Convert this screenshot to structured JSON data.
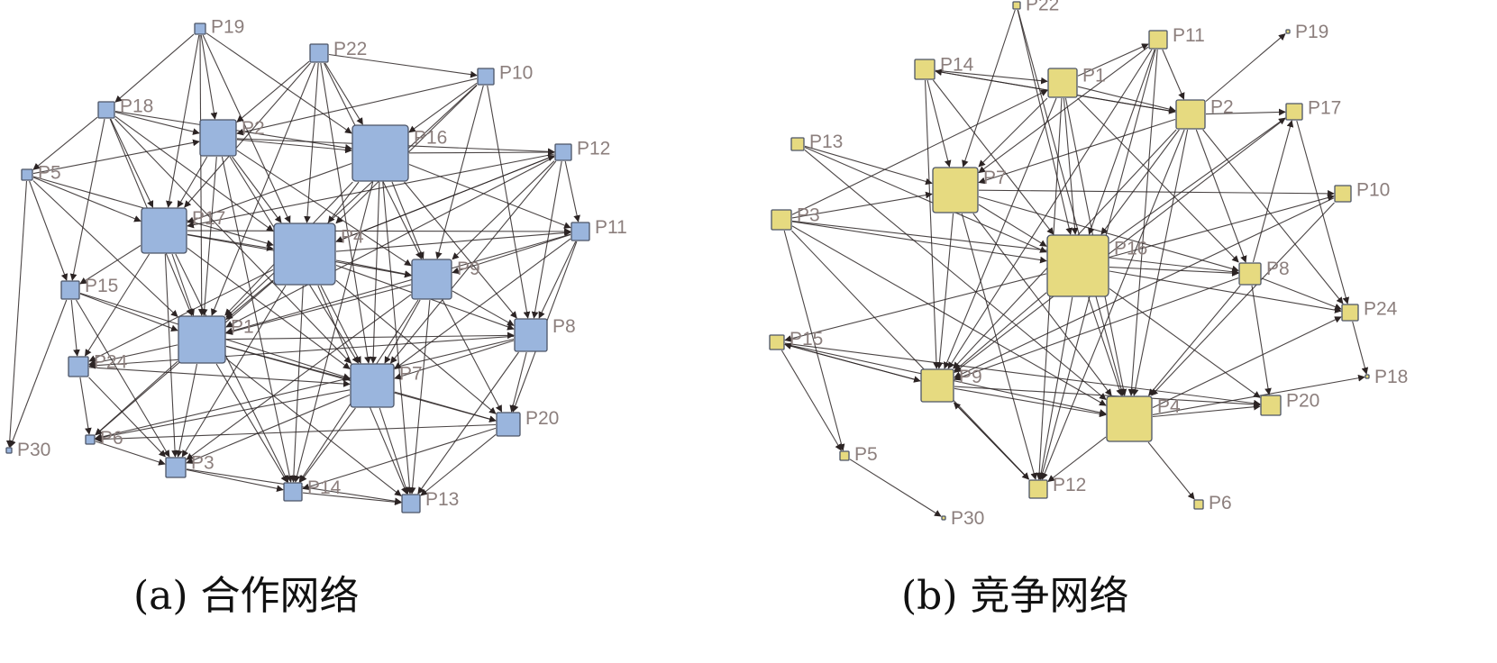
{
  "colors": {
    "cooperation_node": "#9ab5dd",
    "competition_node": "#e6da80",
    "node_border": "#4c5466",
    "edge": "#2c2424",
    "label": "#8c7f7d"
  },
  "panels": [
    {
      "id": "a",
      "caption": "(a) 合作网络",
      "nodes": [
        {
          "id": "P19",
          "label": "P19"
        },
        {
          "id": "P22",
          "label": "P22"
        },
        {
          "id": "P10",
          "label": "P10"
        },
        {
          "id": "P18",
          "label": "P18"
        },
        {
          "id": "P2",
          "label": "P2"
        },
        {
          "id": "P16",
          "label": "P16"
        },
        {
          "id": "P12",
          "label": "P12"
        },
        {
          "id": "P5",
          "label": "P5"
        },
        {
          "id": "P17",
          "label": "P17"
        },
        {
          "id": "P4",
          "label": "P4"
        },
        {
          "id": "P11",
          "label": "P11"
        },
        {
          "id": "P9",
          "label": "P9"
        },
        {
          "id": "P15",
          "label": "P15"
        },
        {
          "id": "P1",
          "label": "P1"
        },
        {
          "id": "P8",
          "label": "P8"
        },
        {
          "id": "P24",
          "label": "P24"
        },
        {
          "id": "P7",
          "label": "P7"
        },
        {
          "id": "P20",
          "label": "P20"
        },
        {
          "id": "P6",
          "label": "P6"
        },
        {
          "id": "P30",
          "label": "P30"
        },
        {
          "id": "P3",
          "label": "P3"
        },
        {
          "id": "P14",
          "label": "P14"
        },
        {
          "id": "P13",
          "label": "P13"
        }
      ],
      "edges": [
        [
          "P19",
          "P18"
        ],
        [
          "P19",
          "P2"
        ],
        [
          "P19",
          "P17"
        ],
        [
          "P19",
          "P4"
        ],
        [
          "P19",
          "P1"
        ],
        [
          "P19",
          "P16"
        ],
        [
          "P22",
          "P2"
        ],
        [
          "P22",
          "P16"
        ],
        [
          "P22",
          "P4"
        ],
        [
          "P22",
          "P9"
        ],
        [
          "P22",
          "P10"
        ],
        [
          "P22",
          "P7"
        ],
        [
          "P22",
          "P17"
        ],
        [
          "P22",
          "P1"
        ],
        [
          "P10",
          "P16"
        ],
        [
          "P10",
          "P4"
        ],
        [
          "P10",
          "P9"
        ],
        [
          "P10",
          "P8"
        ],
        [
          "P10",
          "P2"
        ],
        [
          "P10",
          "P1"
        ],
        [
          "P18",
          "P2"
        ],
        [
          "P18",
          "P17"
        ],
        [
          "P18",
          "P4"
        ],
        [
          "P18",
          "P16"
        ],
        [
          "P18",
          "P15"
        ],
        [
          "P18",
          "P1"
        ],
        [
          "P18",
          "P5"
        ],
        [
          "P18",
          "P7"
        ],
        [
          "P2",
          "P16"
        ],
        [
          "P2",
          "P4"
        ],
        [
          "P2",
          "P17"
        ],
        [
          "P2",
          "P9"
        ],
        [
          "P2",
          "P1"
        ],
        [
          "P2",
          "P7"
        ],
        [
          "P2",
          "P12"
        ],
        [
          "P2",
          "P14"
        ],
        [
          "P16",
          "P4"
        ],
        [
          "P16",
          "P9"
        ],
        [
          "P16",
          "P17"
        ],
        [
          "P16",
          "P7"
        ],
        [
          "P16",
          "P1"
        ],
        [
          "P16",
          "P11"
        ],
        [
          "P16",
          "P12"
        ],
        [
          "P16",
          "P8"
        ],
        [
          "P16",
          "P13"
        ],
        [
          "P16",
          "P14"
        ],
        [
          "P12",
          "P4"
        ],
        [
          "P12",
          "P9"
        ],
        [
          "P12",
          "P17"
        ],
        [
          "P12",
          "P1"
        ],
        [
          "P12",
          "P8"
        ],
        [
          "P12",
          "P11"
        ],
        [
          "P12",
          "P7"
        ],
        [
          "P5",
          "P17"
        ],
        [
          "P5",
          "P15"
        ],
        [
          "P5",
          "P30"
        ],
        [
          "P5",
          "P4"
        ],
        [
          "P5",
          "P2"
        ],
        [
          "P5",
          "P1"
        ],
        [
          "P17",
          "P4"
        ],
        [
          "P17",
          "P9"
        ],
        [
          "P17",
          "P1"
        ],
        [
          "P17",
          "P7"
        ],
        [
          "P17",
          "P24"
        ],
        [
          "P17",
          "P3"
        ],
        [
          "P17",
          "P15"
        ],
        [
          "P17",
          "P14"
        ],
        [
          "P17",
          "P11"
        ],
        [
          "P4",
          "P9"
        ],
        [
          "P4",
          "P1"
        ],
        [
          "P4",
          "P7"
        ],
        [
          "P4",
          "P11"
        ],
        [
          "P4",
          "P8"
        ],
        [
          "P4",
          "P20"
        ],
        [
          "P4",
          "P14"
        ],
        [
          "P4",
          "P13"
        ],
        [
          "P4",
          "P3"
        ],
        [
          "P4",
          "P24"
        ],
        [
          "P4",
          "P6"
        ],
        [
          "P4",
          "P12"
        ],
        [
          "P11",
          "P9"
        ],
        [
          "P11",
          "P8"
        ],
        [
          "P11",
          "P20"
        ],
        [
          "P11",
          "P1"
        ],
        [
          "P11",
          "P7"
        ],
        [
          "P9",
          "P1"
        ],
        [
          "P9",
          "P7"
        ],
        [
          "P9",
          "P8"
        ],
        [
          "P9",
          "P20"
        ],
        [
          "P9",
          "P14"
        ],
        [
          "P9",
          "P13"
        ],
        [
          "P9",
          "P3"
        ],
        [
          "P15",
          "P1"
        ],
        [
          "P15",
          "P24"
        ],
        [
          "P15",
          "P30"
        ],
        [
          "P15",
          "P7"
        ],
        [
          "P15",
          "P3"
        ],
        [
          "P1",
          "P7"
        ],
        [
          "P1",
          "P24"
        ],
        [
          "P1",
          "P3"
        ],
        [
          "P1",
          "P14"
        ],
        [
          "P1",
          "P13"
        ],
        [
          "P1",
          "P6"
        ],
        [
          "P1",
          "P8"
        ],
        [
          "P1",
          "P20"
        ],
        [
          "P8",
          "P7"
        ],
        [
          "P8",
          "P20"
        ],
        [
          "P8",
          "P24"
        ],
        [
          "P8",
          "P13"
        ],
        [
          "P8",
          "P6"
        ],
        [
          "P24",
          "P7"
        ],
        [
          "P24",
          "P3"
        ],
        [
          "P24",
          "P6"
        ],
        [
          "P7",
          "P20"
        ],
        [
          "P7",
          "P14"
        ],
        [
          "P7",
          "P13"
        ],
        [
          "P7",
          "P3"
        ],
        [
          "P7",
          "P6"
        ],
        [
          "P20",
          "P13"
        ],
        [
          "P20",
          "P6"
        ],
        [
          "P20",
          "P14"
        ],
        [
          "P3",
          "P14"
        ],
        [
          "P3",
          "P13"
        ],
        [
          "P6",
          "P3"
        ],
        [
          "P14",
          "P13"
        ]
      ]
    },
    {
      "id": "b",
      "caption": "(b) 竞争网络",
      "nodes": [
        {
          "id": "P22",
          "label": "P22"
        },
        {
          "id": "P11",
          "label": "P11"
        },
        {
          "id": "P19",
          "label": "P19"
        },
        {
          "id": "P14",
          "label": "P14"
        },
        {
          "id": "P1",
          "label": "P1"
        },
        {
          "id": "P2",
          "label": "P2"
        },
        {
          "id": "P17",
          "label": "P17"
        },
        {
          "id": "P13",
          "label": "P13"
        },
        {
          "id": "P7",
          "label": "P7"
        },
        {
          "id": "P10",
          "label": "P10"
        },
        {
          "id": "P3",
          "label": "P3"
        },
        {
          "id": "P16",
          "label": "P16"
        },
        {
          "id": "P8",
          "label": "P8"
        },
        {
          "id": "P24",
          "label": "P24"
        },
        {
          "id": "P15",
          "label": "P15"
        },
        {
          "id": "P18",
          "label": "P18"
        },
        {
          "id": "P9",
          "label": "P9"
        },
        {
          "id": "P4",
          "label": "P4"
        },
        {
          "id": "P20",
          "label": "P20"
        },
        {
          "id": "P5",
          "label": "P5"
        },
        {
          "id": "P12",
          "label": "P12"
        },
        {
          "id": "P6",
          "label": "P6"
        },
        {
          "id": "P30",
          "label": "P30"
        }
      ],
      "edges": [
        [
          "P22",
          "P7"
        ],
        [
          "P22",
          "P16"
        ],
        [
          "P22",
          "P4"
        ],
        [
          "P14",
          "P7"
        ],
        [
          "P14",
          "P1"
        ],
        [
          "P14",
          "P16"
        ],
        [
          "P14",
          "P9"
        ],
        [
          "P14",
          "P2"
        ],
        [
          "P1",
          "P2"
        ],
        [
          "P1",
          "P11"
        ],
        [
          "P1",
          "P7"
        ],
        [
          "P1",
          "P16"
        ],
        [
          "P1",
          "P4"
        ],
        [
          "P1",
          "P9"
        ],
        [
          "P1",
          "P12"
        ],
        [
          "P1",
          "P8"
        ],
        [
          "P2",
          "P19"
        ],
        [
          "P2",
          "P17"
        ],
        [
          "P2",
          "P16"
        ],
        [
          "P2",
          "P7"
        ],
        [
          "P2",
          "P4"
        ],
        [
          "P2",
          "P9"
        ],
        [
          "P2",
          "P8"
        ],
        [
          "P2",
          "P24"
        ],
        [
          "P2",
          "P14"
        ],
        [
          "P2",
          "P12"
        ],
        [
          "P11",
          "P7"
        ],
        [
          "P11",
          "P16"
        ],
        [
          "P11",
          "P4"
        ],
        [
          "P11",
          "P9"
        ],
        [
          "P11",
          "P12"
        ],
        [
          "P11",
          "P2"
        ],
        [
          "P13",
          "P7"
        ],
        [
          "P13",
          "P16"
        ],
        [
          "P13",
          "P4"
        ],
        [
          "P3",
          "P7"
        ],
        [
          "P3",
          "P16"
        ],
        [
          "P3",
          "P4"
        ],
        [
          "P3",
          "P5"
        ],
        [
          "P3",
          "P8"
        ],
        [
          "P3",
          "P12"
        ],
        [
          "P3",
          "P1"
        ],
        [
          "P7",
          "P16"
        ],
        [
          "P7",
          "P10"
        ],
        [
          "P7",
          "P9"
        ],
        [
          "P7",
          "P4"
        ],
        [
          "P7",
          "P12"
        ],
        [
          "P7",
          "P8"
        ],
        [
          "P16",
          "P9"
        ],
        [
          "P16",
          "P4"
        ],
        [
          "P16",
          "P8"
        ],
        [
          "P16",
          "P24"
        ],
        [
          "P16",
          "P20"
        ],
        [
          "P16",
          "P12"
        ],
        [
          "P16",
          "P15"
        ],
        [
          "P16",
          "P10"
        ],
        [
          "P16",
          "P17"
        ],
        [
          "P8",
          "P9"
        ],
        [
          "P8",
          "P4"
        ],
        [
          "P8",
          "P24"
        ],
        [
          "P8",
          "P20"
        ],
        [
          "P8",
          "P17"
        ],
        [
          "P10",
          "P4"
        ],
        [
          "P10",
          "P9"
        ],
        [
          "P17",
          "P24"
        ],
        [
          "P17",
          "P9"
        ],
        [
          "P9",
          "P4"
        ],
        [
          "P9",
          "P20"
        ],
        [
          "P9",
          "P12"
        ],
        [
          "P9",
          "P15"
        ],
        [
          "P4",
          "P20"
        ],
        [
          "P4",
          "P6"
        ],
        [
          "P4",
          "P24"
        ],
        [
          "P4",
          "P12"
        ],
        [
          "P4",
          "P18"
        ],
        [
          "P15",
          "P5"
        ],
        [
          "P15",
          "P4"
        ],
        [
          "P15",
          "P20"
        ],
        [
          "P15",
          "P9"
        ],
        [
          "P5",
          "P30"
        ],
        [
          "P12",
          "P9"
        ],
        [
          "P24",
          "P18"
        ]
      ]
    }
  ]
}
